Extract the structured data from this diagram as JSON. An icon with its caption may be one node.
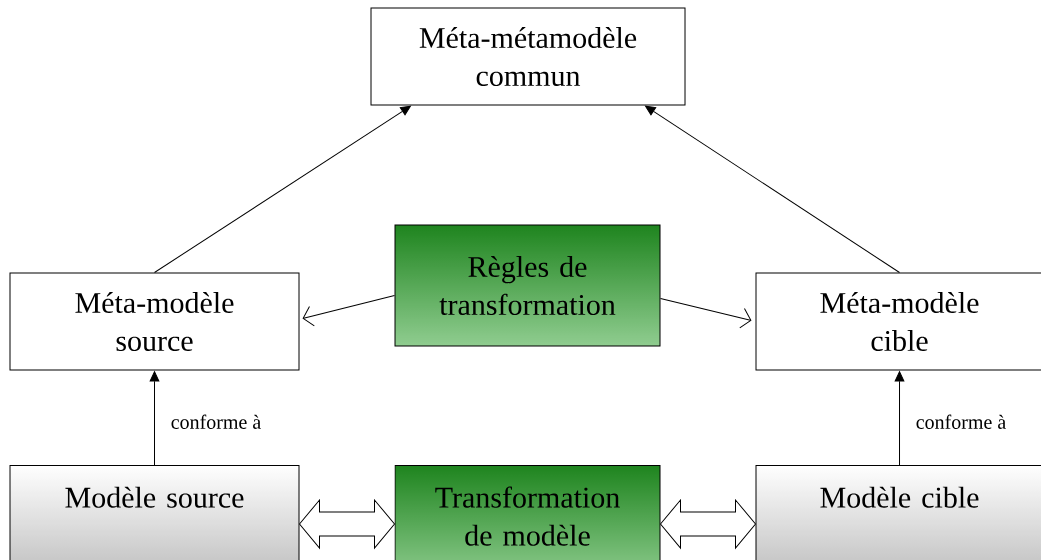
{
  "diagram": {
    "nodes": [
      {
        "text": [
          "Méta-métamodèle commun"
        ]
      },
      {
        "text": [
          "Méta-modèle source"
        ]
      },
      {
        "text": [
          "Règles de transformation"
        ]
      },
      {
        "text": [
          "Méta-modèle cible"
        ]
      },
      {
        "text": [
          "Modèle source"
        ]
      },
      {
        "text": [
          "Transformation de modèle"
        ]
      },
      {
        "text": [
          "Modèle cible"
        ]
      }
    ],
    "edges": [
      {
        "from": 1,
        "to": 0,
        "arrow": "to"
      },
      {
        "from": 3,
        "to": 0,
        "arrow": "to"
      },
      {
        "from": 2,
        "to": 1,
        "arrow": "to"
      },
      {
        "from": 2,
        "to": 3,
        "arrow": "to"
      },
      {
        "from": 4,
        "to": 1,
        "arrow": "to",
        "label": "conforme à"
      },
      {
        "from": 6,
        "to": 3,
        "arrow": "to",
        "label": "conforme à"
      },
      {
        "from": 4,
        "to": 5,
        "arrow": "both",
        "style": "thick"
      },
      {
        "from": 5,
        "to": 6,
        "arrow": "both",
        "style": "thick"
      }
    ]
  }
}
